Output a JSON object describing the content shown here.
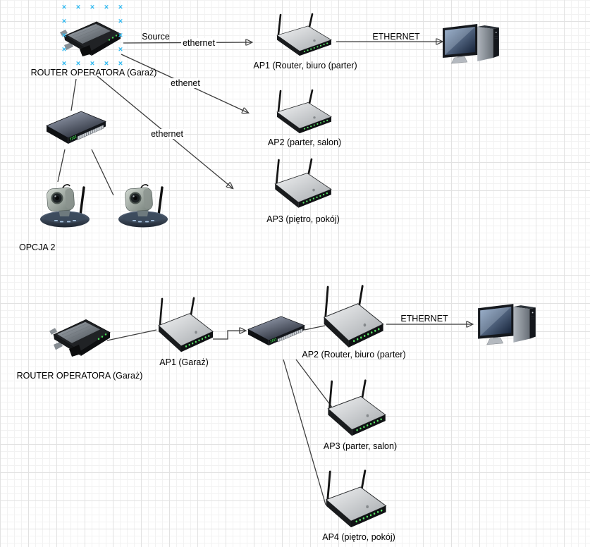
{
  "app": {
    "name": "network diagram canvas",
    "selection_color": "#2eb8f0",
    "edge_color": "#3d3d3d"
  },
  "option1": {
    "router": {
      "label": "ROUTER OPERATORA (Garaż)",
      "type": "modem-router",
      "selected": true
    },
    "edge_router_ap1": {
      "label_source": "Source",
      "label_ethernet": "ethernet"
    },
    "ap1": {
      "label": "AP1 (Router, biuro (parter)",
      "type": "wireless-router"
    },
    "edge_ap1_pc": {
      "label": "ETHERNET"
    },
    "pc": {
      "type": "desktop-computer"
    },
    "edge_router_ap2": {
      "label": "ethenet"
    },
    "ap2": {
      "label": "AP2 (parter, salon)",
      "type": "wireless-router"
    },
    "edge_router_ap3": {
      "label": "ethernet"
    },
    "ap3": {
      "label": "AP3 (piętro, pokój)",
      "type": "wireless-router"
    },
    "switch": {
      "type": "network-switch"
    },
    "camera1": {
      "type": "ip-camera"
    },
    "camera2": {
      "type": "ip-camera"
    },
    "caption": "OPCJA 2"
  },
  "option2": {
    "router": {
      "label": "ROUTER OPERATORA (Garaż)",
      "type": "modem-router"
    },
    "ap1": {
      "label": "AP1 (Garaż)",
      "type": "wireless-router"
    },
    "switch": {
      "type": "network-switch"
    },
    "ap2": {
      "label": "AP2 (Router, biuro (parter)",
      "type": "wireless-router"
    },
    "edge_ap2_pc": {
      "label": "ETHERNET"
    },
    "pc": {
      "type": "desktop-computer"
    },
    "ap3": {
      "label": "AP3 (parter, salon)",
      "type": "wireless-router"
    },
    "ap4": {
      "label": "AP4 (piętro, pokój)",
      "type": "wireless-router"
    }
  }
}
